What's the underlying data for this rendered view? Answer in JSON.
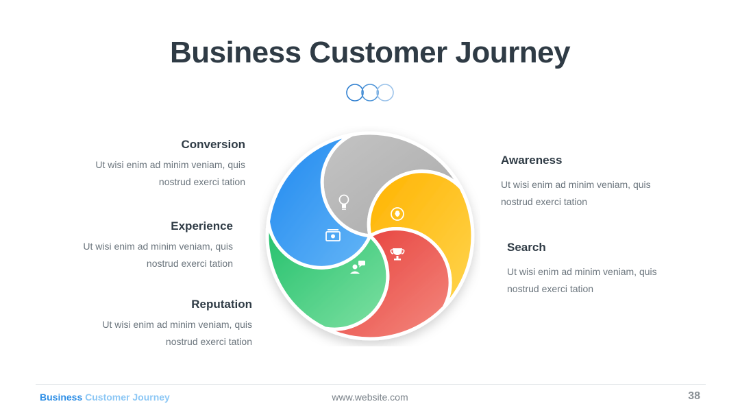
{
  "title": "Business Customer Journey",
  "stages": {
    "conversion": {
      "label": "Conversion",
      "text1": "Ut wisi enim ad minim veniam, quis",
      "text2": "nostrud exerci tation",
      "color": "#2196f3"
    },
    "experience": {
      "label": "Experience",
      "text1": "Ut wisi enim ad minim veniam, quis",
      "text2": "nostrud exerci tation",
      "color": "#2ecc71"
    },
    "reputation": {
      "label": "Reputation",
      "text1": "Ut wisi enim ad minim veniam, quis",
      "text2": "nostrud exerci tation",
      "color": "#ef4b4b"
    },
    "awareness": {
      "label": "Awareness",
      "text1": "Ut wisi enim ad minim veniam, quis",
      "text2": "nostrud exerci tation",
      "color": "#b9b9b9"
    },
    "search": {
      "label": "Search",
      "text1": "Ut wisi enim ad minim veniam, quis",
      "text2": "nostrud exerci tation",
      "color": "#ffb300"
    }
  },
  "icons": [
    "lightbulb-icon",
    "location-pin-icon",
    "trophy-icon",
    "chat-user-icon",
    "money-icon"
  ],
  "footer": {
    "brand_a": "Business",
    "brand_b": "Customer Journey",
    "website": "www.website.com",
    "page": "38"
  }
}
